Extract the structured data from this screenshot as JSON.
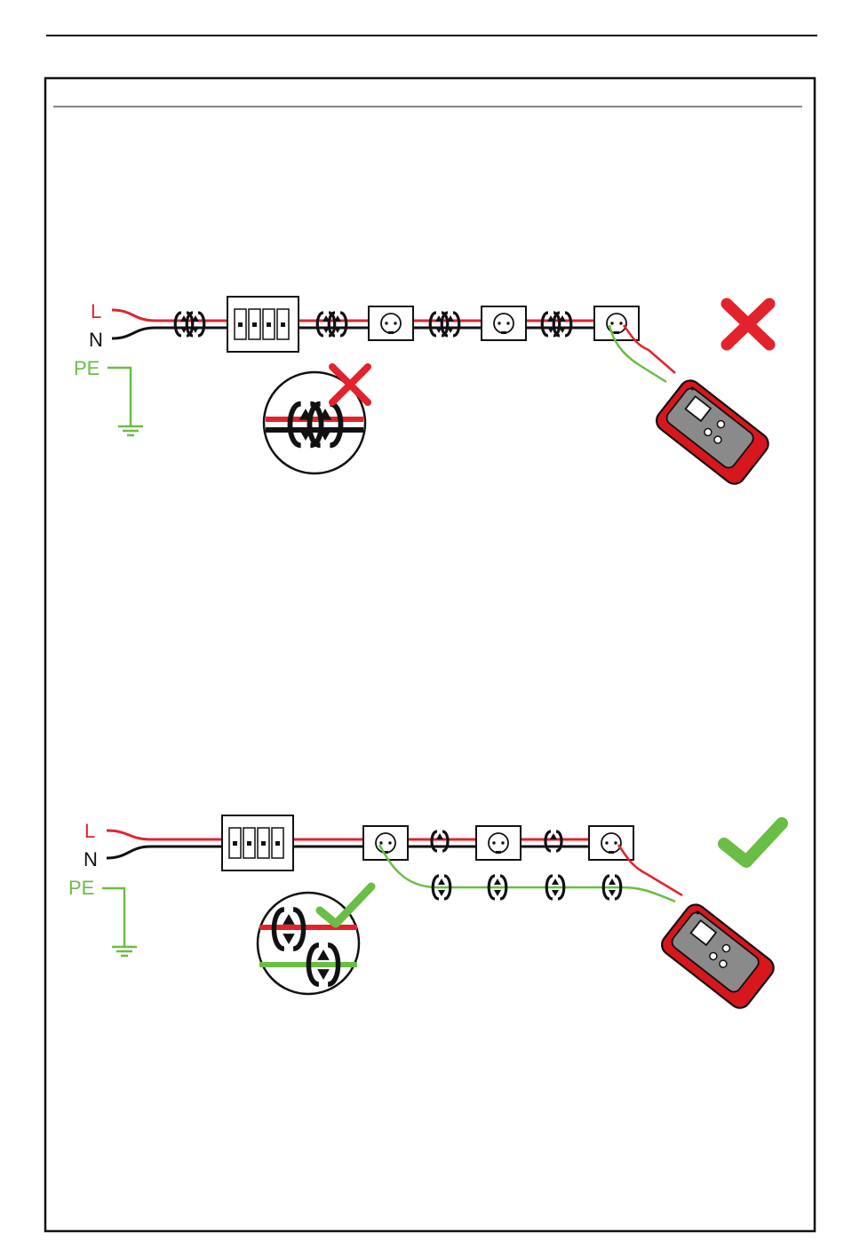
{
  "colors": {
    "live": "#e3232c",
    "neutral": "#111111",
    "earth": "#6abd45",
    "tester_body": "#d7161e",
    "tester_face": "#8a8a8a",
    "check": "#6abd45",
    "cross": "#e3232c"
  },
  "diagram_incorrect": {
    "label_l": "L",
    "label_n": "N",
    "label_pe": "PE",
    "status_icon": "cross-icon",
    "inset_status_icon": "cross-icon"
  },
  "diagram_correct": {
    "label_l": "L",
    "label_n": "N",
    "label_pe": "PE",
    "status_icon": "checkmark-icon",
    "inset_status_icon": "checkmark-icon"
  }
}
